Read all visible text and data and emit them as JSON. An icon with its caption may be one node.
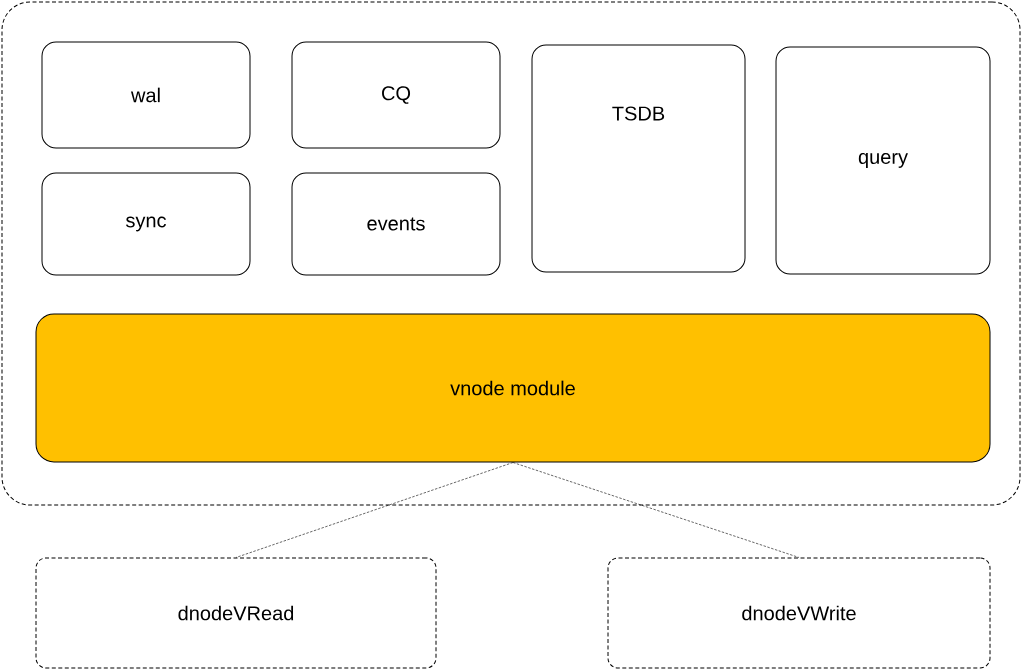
{
  "diagram": {
    "nodes": [
      {
        "text": [],
        "shape": "box"
      },
      {
        "text": [
          "wal"
        ],
        "in": 0
      },
      {
        "text": [
          "CQ"
        ],
        "in": 0
      },
      {
        "text": [
          "TSDB"
        ],
        "in": 0
      },
      {
        "text": [
          "query"
        ],
        "in": 0
      },
      {
        "text": [
          "sync"
        ],
        "in": 0
      },
      {
        "text": [
          "events"
        ],
        "in": 0
      },
      {
        "text": [
          "vnode module"
        ],
        "in": 0
      },
      {
        "text": [
          "dnodeVRead"
        ]
      },
      {
        "text": [
          "dnodeVWrite"
        ]
      }
    ],
    "edges": [
      {
        "from": 7,
        "to": 8,
        "arrow": "none",
        "style": "dashed"
      },
      {
        "from": 7,
        "to": 9,
        "arrow": "none",
        "style": "dashed"
      }
    ]
  }
}
